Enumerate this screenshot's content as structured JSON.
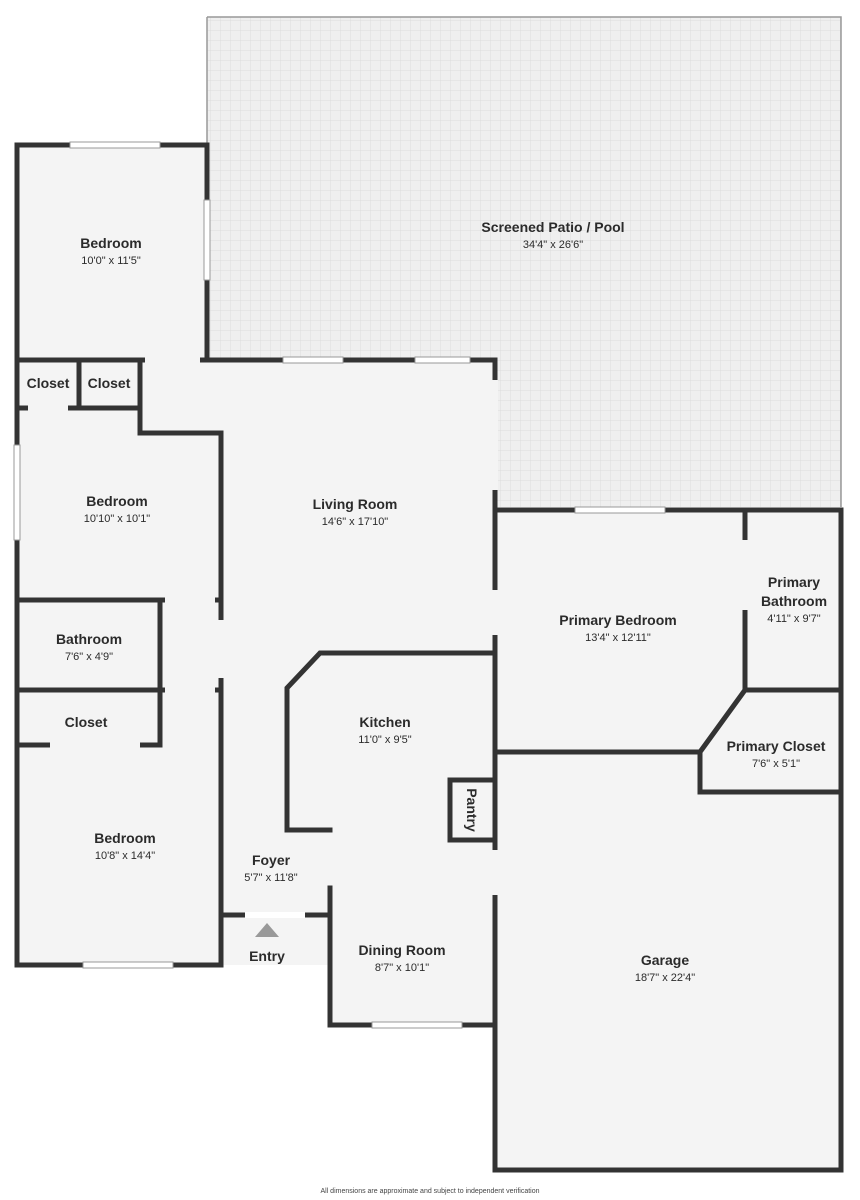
{
  "rooms": {
    "patio": {
      "name": "Screened Patio / Pool",
      "dim": "34'4\" x 26'6\""
    },
    "bedroom_nw": {
      "name": "Bedroom",
      "dim": "10'0\" x 11'5\""
    },
    "closet_a": {
      "name": "Closet"
    },
    "closet_b": {
      "name": "Closet"
    },
    "bedroom_w": {
      "name": "Bedroom",
      "dim": "10'10\" x 10'1\""
    },
    "living": {
      "name": "Living Room",
      "dim": "14'6\" x 17'10\""
    },
    "bathroom": {
      "name": "Bathroom",
      "dim": "7'6\" x 4'9\""
    },
    "closet_c": {
      "name": "Closet"
    },
    "bedroom_sw": {
      "name": "Bedroom",
      "dim": "10'8\" x 14'4\""
    },
    "kitchen": {
      "name": "Kitchen",
      "dim": "11'0\" x 9'5\""
    },
    "pantry": {
      "name": "Pantry"
    },
    "foyer": {
      "name": "Foyer",
      "dim": "5'7\" x 11'8\""
    },
    "dining": {
      "name": "Dining Room",
      "dim": "8'7\" x 10'1\""
    },
    "primary_bedroom": {
      "name": "Primary Bedroom",
      "dim": "13'4\" x 12'11\""
    },
    "primary_bath": {
      "name_line1": "Primary",
      "name_line2": "Bathroom",
      "dim": "4'11\" x 9'7\""
    },
    "primary_closet": {
      "name": "Primary Closet",
      "dim": "7'6\" x 5'1\""
    },
    "garage": {
      "name": "Garage",
      "dim": "18'7\" x 22'4\""
    }
  },
  "entry_label": "Entry",
  "footer": "All dimensions are approximate and subject to independent verification",
  "colors": {
    "wall": "#333333",
    "floor": "#f4f4f4",
    "patio": "#eeeeee",
    "window": "#ffffff"
  }
}
